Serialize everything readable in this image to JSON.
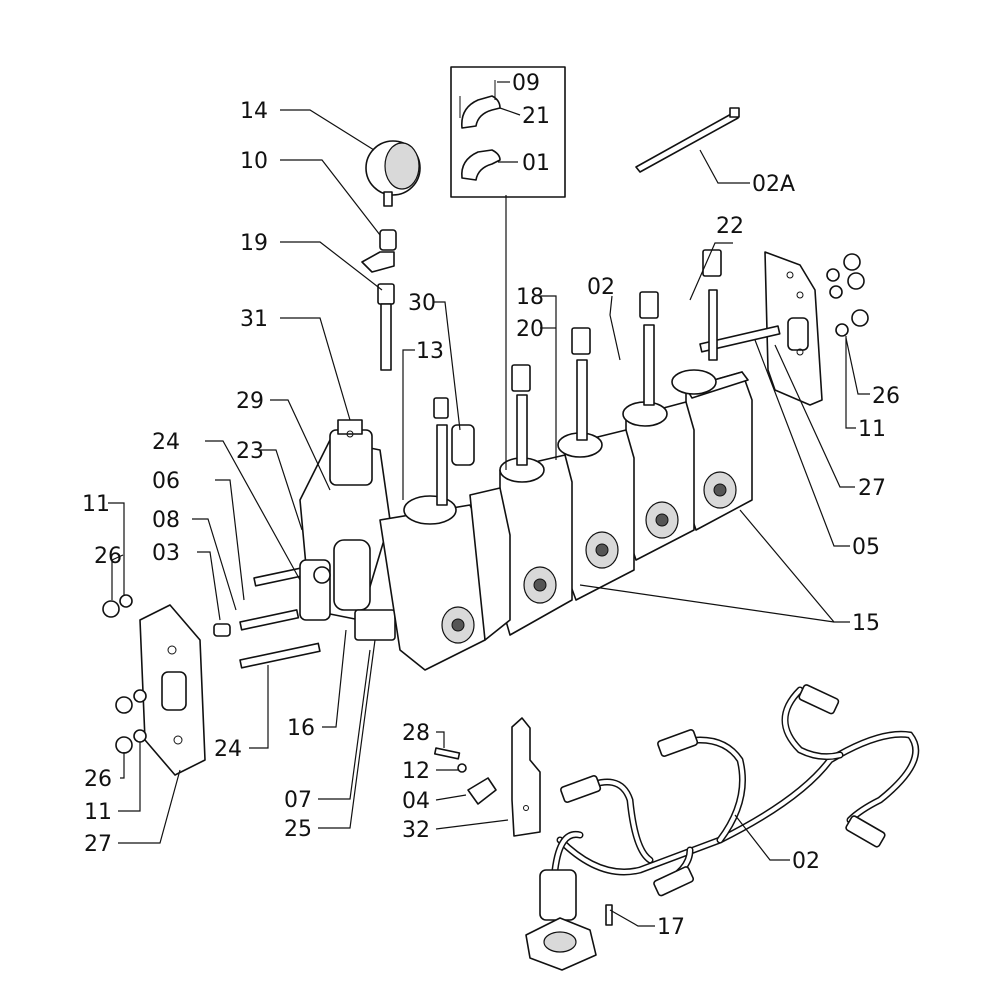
{
  "labels": {
    "l09": "09",
    "l21": "21",
    "l01": "01",
    "l02a": "02A",
    "l14": "14",
    "l10": "10",
    "l19": "19",
    "l31": "31",
    "l13": "13",
    "l30": "30",
    "l18": "18",
    "l20": "20",
    "l02top": "02",
    "l22": "22",
    "l26r": "26",
    "l11r": "11",
    "l27r": "27",
    "l05": "05",
    "l15": "15",
    "l29": "29",
    "l24a": "24",
    "l23": "23",
    "l06": "06",
    "l08": "08",
    "l03": "03",
    "l11a": "11",
    "l26a": "26",
    "l16": "16",
    "l24b": "24",
    "l26b": "26",
    "l11b": "11",
    "l27b": "27",
    "l07": "07",
    "l25": "25",
    "l28": "28",
    "l12": "12",
    "l04": "04",
    "l32": "32",
    "l02b": "02",
    "l17": "17"
  }
}
